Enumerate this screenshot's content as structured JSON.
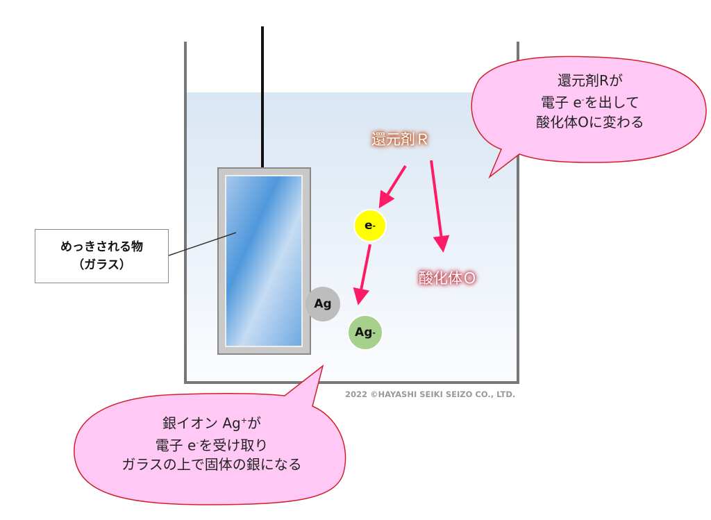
{
  "object_label": {
    "line1": "めっきされる物",
    "line2": "（ガラス）"
  },
  "reducing_agent": "還元剤Ｒ",
  "oxidized_form": "酸化体Ｏ",
  "particles": {
    "electron": {
      "base": "e",
      "sup": "-"
    },
    "silver_atom": "Ag",
    "silver_ion": {
      "base": "Ag",
      "sup": "-"
    }
  },
  "bubble_top": {
    "line1_a": "還元剤",
    "line1_b": "Rが",
    "line2_a": "電子 e",
    "line2_sup": "-",
    "line2_b": "を出して",
    "line3": "酸化体Oに変わる"
  },
  "bubble_bottom": {
    "line1_a": "銀イオン Ag",
    "line1_sup": "+",
    "line1_b": "が",
    "line2_a": "電子 e",
    "line2_sup": "-",
    "line2_b": "を受け取り",
    "line3": "ガラスの上で固体の銀になる"
  },
  "copyright": "2022 ©HAYASHI SEIKI SEIZO CO., LTD.",
  "colors": {
    "arrow": "#ff1a66",
    "bubble_fill": "#ffc8f5",
    "bubble_stroke": "#d0202a",
    "reducing_glow": "#c0501a",
    "oxidized_glow": "#c03040"
  }
}
